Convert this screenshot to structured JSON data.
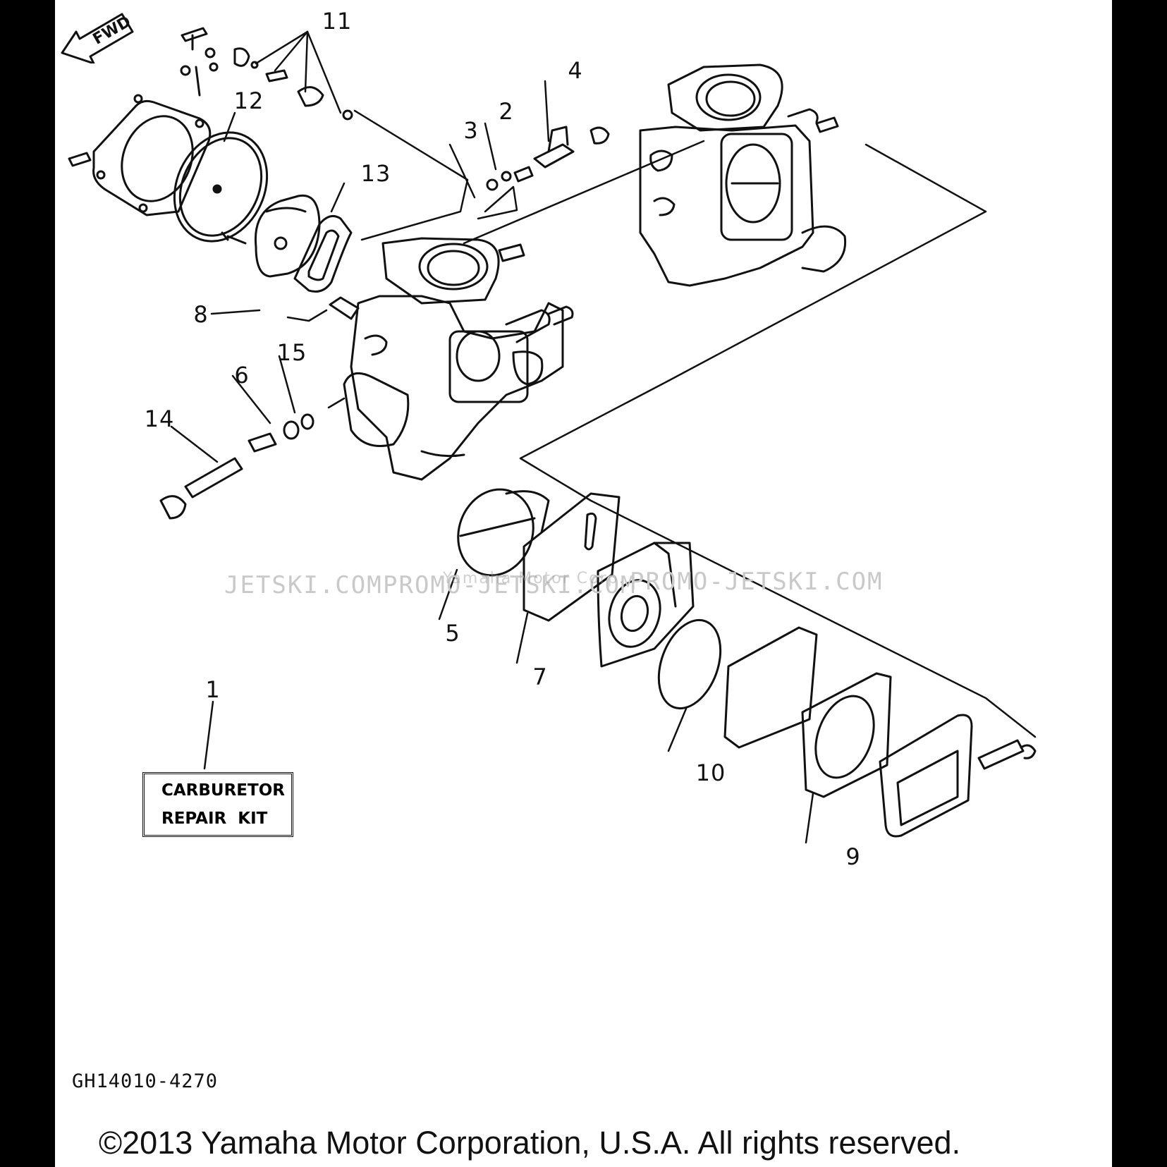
{
  "callouts": [
    {
      "id": "1",
      "label": "1"
    },
    {
      "id": "2",
      "label": "2"
    },
    {
      "id": "3",
      "label": "3"
    },
    {
      "id": "4",
      "label": "4"
    },
    {
      "id": "5",
      "label": "5"
    },
    {
      "id": "6",
      "label": "6"
    },
    {
      "id": "7",
      "label": "7"
    },
    {
      "id": "8",
      "label": "8"
    },
    {
      "id": "9",
      "label": "9"
    },
    {
      "id": "10",
      "label": "10"
    },
    {
      "id": "11",
      "label": "11"
    },
    {
      "id": "12",
      "label": "12"
    },
    {
      "id": "13",
      "label": "13"
    },
    {
      "id": "14",
      "label": "14"
    },
    {
      "id": "15",
      "label": "15"
    }
  ],
  "kit": {
    "line1": "CARBURETOR",
    "line2": "REPAIR  KIT"
  },
  "fwd_label": "FWD",
  "part_code": "GH14010-4270",
  "copyright": "©2013 Yamaha Motor Corporation, U.S.A. All rights reserved.",
  "watermarks": {
    "left": "JETSKI.COM",
    "middle": "PROMO-JETSKI.COM",
    "right": "PROMO-JETSKI.COM",
    "overlay": "Yamaha Motor Corp."
  },
  "colors": {
    "ink": "#111111",
    "paper": "#ffffff",
    "frame": "#000000",
    "watermark": "#c9c9c9"
  }
}
